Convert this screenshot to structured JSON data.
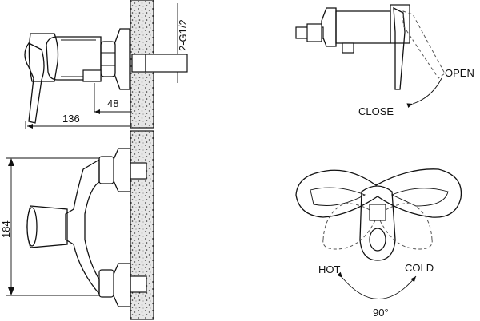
{
  "dimensions": {
    "thread": "2-G1/2",
    "depth_48": "48",
    "depth_136": "136",
    "height_184": "184"
  },
  "operation": {
    "open": "OPEN",
    "close": "CLOSE",
    "hot": "HOT",
    "cold": "COLD",
    "angle": "90°"
  }
}
